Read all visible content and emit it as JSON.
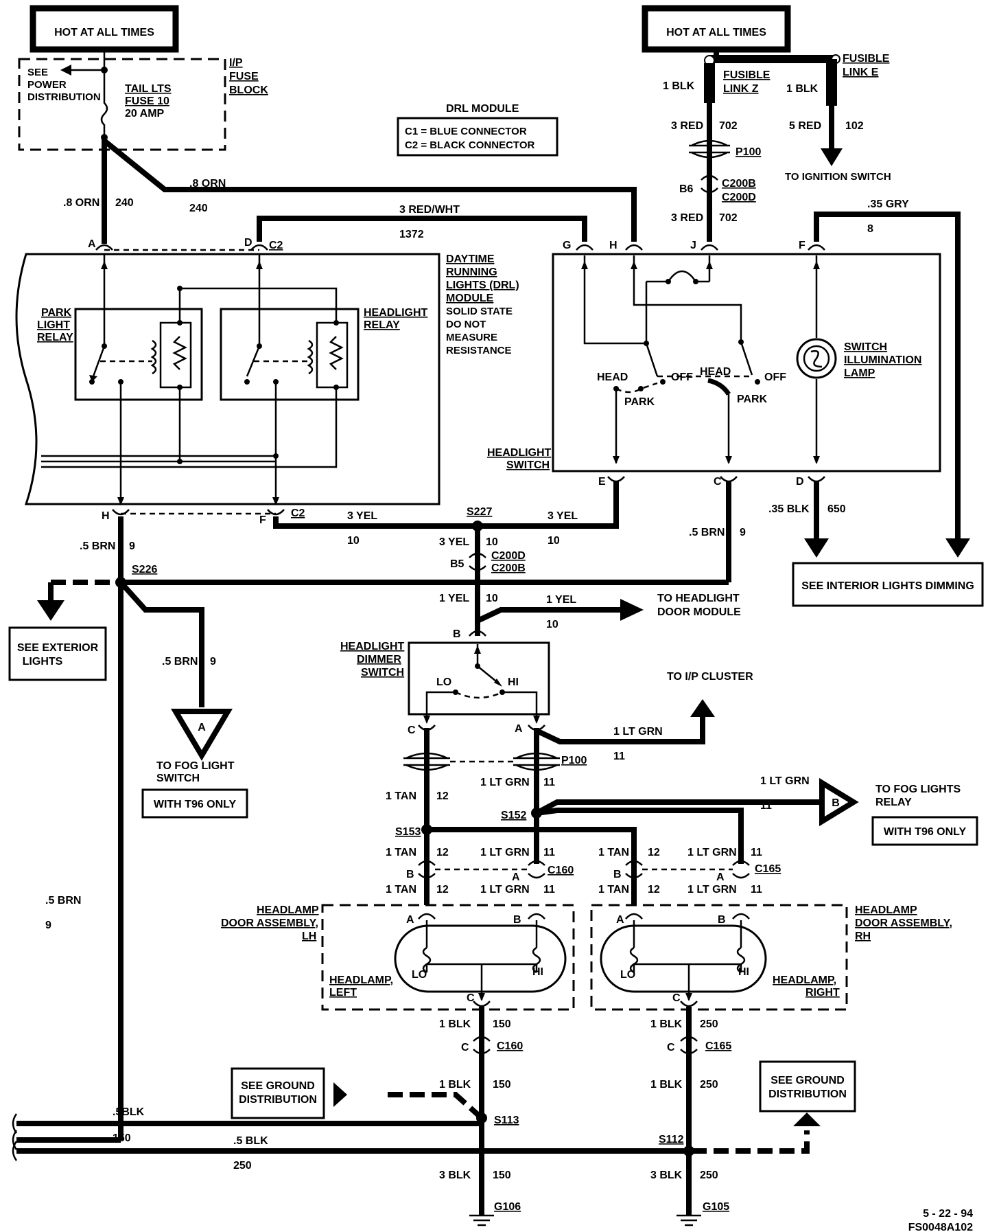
{
  "labels": {
    "hot_left": "HOT AT ALL TIMES",
    "hot_right": "HOT AT ALL TIMES",
    "see_power_1": "SEE",
    "see_power_2": "POWER",
    "see_power_3": "DISTRIBUTION",
    "fuse_1": "TAIL LTS",
    "fuse_2": "FUSE 10",
    "fuse_3": "20 AMP",
    "ip_1": "I/P",
    "ip_2": "FUSE",
    "ip_3": "BLOCK",
    "drl_title": "DRL MODULE",
    "drl_c1": "C1 = BLUE CONNECTOR",
    "drl_c2": "C2 = BLACK CONNECTOR",
    "fl_z_wire": "1  BLK",
    "fl_z_1": "FUSIBLE",
    "fl_z_2": "LINK Z",
    "fl_e_1": "FUSIBLE",
    "fl_e_2": "LINK  E",
    "fl_e_wire": "1  BLK",
    "w702a_c": "3 RED",
    "w702a_n": "702",
    "w102_c": "5  RED",
    "w102_n": "102",
    "p100_top": "P100",
    "to_ign": "TO  IGNITION  SWITCH",
    "b6": "B6",
    "c200b_top": "C200B",
    "c200d_top": "C200D",
    "w702b_c": "3 RED",
    "w702b_n": "702",
    "gry_c": ".35 GRY",
    "gry_n": "8",
    "orn_top_c": ".8 ORN",
    "orn_top_n": "240",
    "orn_left_c": ".8 ORN",
    "orn_left_n": "240",
    "rw_c": "3 RED/WHT",
    "rw_n": "1372",
    "pin_a_top": "A",
    "pin_d_top": "D",
    "c2_top": "C2",
    "pin_g": "G",
    "pin_h_sw": "H",
    "pin_j": "J",
    "pin_f_sw": "F",
    "drl_1": "DAYTIME",
    "drl_2": "RUNNING",
    "drl_3": "LIGHTS (DRL)",
    "drl_4": "MODULE",
    "drl_5": "SOLID STATE",
    "drl_6": "DO NOT",
    "drl_7": "MEASURE",
    "drl_8": "RESISTANCE",
    "plr_1": "PARK",
    "plr_2": "LIGHT",
    "plr_3": "RELAY",
    "hlr_1": "HEADLIGHT",
    "hlr_2": "RELAY",
    "head1": "HEAD",
    "off1": "OFF",
    "park1": "PARK",
    "head2": "HEAD",
    "off2": "OFF",
    "park2": "PARK",
    "sil_1": "SWITCH",
    "sil_2": "ILLUMINATION",
    "sil_3": "LAMP",
    "hs_1": "HEADLIGHT",
    "hs_2": "SWITCH",
    "pin_e": "E",
    "pin_c_sw": "C",
    "pin_d_sw": "D",
    "pin_h_bot": "H",
    "pin_f_bot": "F",
    "c2_bot": "C2",
    "yel_l_c": "3 YEL",
    "yel_l_n": "10",
    "s227": "S227",
    "yel_r_c": "3 YEL",
    "yel_r_n": "10",
    "yel_d_c": "3 YEL",
    "yel_d_n": "10",
    "blk650_c": ".35 BLK",
    "blk650_n": "650",
    "brn_h_c": ".5 BRN",
    "brn_h_n": "9",
    "brn_c_c": ".5 BRN",
    "brn_c_n": "9",
    "b5": "B5",
    "c200d_mid": "C200D",
    "c200b_mid": "C200B",
    "s226": "S226",
    "see_int": "SEE INTERIOR LIGHTS DIMMING",
    "yel1_c": "1 YEL",
    "yel1_n": "10",
    "yel1r_c": "1 YEL",
    "yel1r_n": "10",
    "to_hdm_1": "TO HEADLIGHT",
    "to_hdm_2": "DOOR MODULE",
    "see_ext_1": "SEE EXTERIOR",
    "see_ext_2": "LIGHTS",
    "pin_b_dim": "B",
    "brn2_c": ".5 BRN",
    "brn2_n": "9",
    "hds_1": "HEADLIGHT",
    "hds_2": "DIMMER",
    "hds_3": "SWITCH",
    "lo_d": "LO",
    "hi_d": "HI",
    "to_ip": "TO I/P CLUSTER",
    "pin_c_dim": "C",
    "pin_a_dim": "A",
    "ltgrn_r_c": "1 LT GRN",
    "ltgrn_r_n": "11",
    "fog_a": "A",
    "to_fls_1": "TO FOG LIGHT",
    "to_fls_2": "SWITCH",
    "t96_1": "WITH T96 ONLY",
    "p100_mid": "P100",
    "tan1_c": "1 TAN",
    "tan1_n": "12",
    "ltgrn1_c": "1 LT GRN",
    "ltgrn1_n": "11",
    "ltgrn_fog_c": "1 LT GRN",
    "ltgrn_fog_n": "11",
    "fog_b": "B",
    "to_flr_1": "TO FOG LIGHTS",
    "to_flr_2": "RELAY",
    "t96_2": "WITH T96 ONLY",
    "s152": "S152",
    "s153": "S153",
    "tan2_c": "1 TAN",
    "tan2_n": "12",
    "ltgrn2_c": "1 LT GRN",
    "ltgrn2_n": "11",
    "tan3_c": "1 TAN",
    "tan3_n": "12",
    "ltgrn3_c": "1 LT GRN",
    "ltgrn3_n": "11",
    "pin_b_c160": "B",
    "pin_a_c160": "A",
    "c160_top": "C160",
    "pin_b_c165": "B",
    "pin_a_c165": "A",
    "c165_top": "C165",
    "tan4_c": "1 TAN",
    "tan4_n": "12",
    "ltgrn4_c": "1 LT GRN",
    "ltgrn4_n": "11",
    "tan5_c": "1 TAN",
    "tan5_n": "12",
    "ltgrn5_c": "1 LT GRN",
    "ltgrn5_n": "11",
    "brn_l_c": ".5 BRN",
    "brn_l_n": "9",
    "hda_lh_1": "HEADLAMP",
    "hda_lh_2": "DOOR ASSEMBLY,",
    "hda_lh_3": "LH",
    "hda_rh_1": "HEADLAMP",
    "hda_rh_2": "DOOR ASSEMBLY,",
    "hda_rh_3": "RH",
    "hl_a": "A",
    "hl_b": "B",
    "hr_a": "A",
    "hr_b": "B",
    "hl_lo": "LO",
    "hl_hi": "HI",
    "hr_lo": "LO",
    "hr_hi": "HI",
    "hl_name_1": "HEADLAMP,",
    "hl_name_2": "LEFT",
    "hr_name_1": "HEADLAMP,",
    "hr_name_2": "RIGHT",
    "hl_c": "C",
    "hr_c": "C",
    "blk150a_c": "1 BLK",
    "blk150a_n": "150",
    "blk250a_c": "1 BLK",
    "blk250a_n": "250",
    "c160_pin": "C",
    "c160_bot": "C160",
    "c165_pin": "C",
    "c165_bot": "C165",
    "sgd_l_1": "SEE GROUND",
    "sgd_l_2": "DISTRIBUTION",
    "sgd_r_1": "SEE GROUND",
    "sgd_r_2": "DISTRIBUTION",
    "blk150b_c": "1 BLK",
    "blk150b_n": "150",
    "blk250b_c": "1 BLK",
    "blk250b_n": "250",
    "blk5_a_c": ".5BLK",
    "blk5_a_n": "150",
    "s113": "S113",
    "blk5_b_c": ".5 BLK",
    "blk5_b_n": "250",
    "s112": "S112",
    "blk3_l_c": "3 BLK",
    "blk3_l_n": "150",
    "blk3_r_c": "3 BLK",
    "blk3_r_n": "250",
    "g106": "G106",
    "g105": "G105",
    "date": "5 - 22 - 94",
    "code": "FS0048A102"
  }
}
